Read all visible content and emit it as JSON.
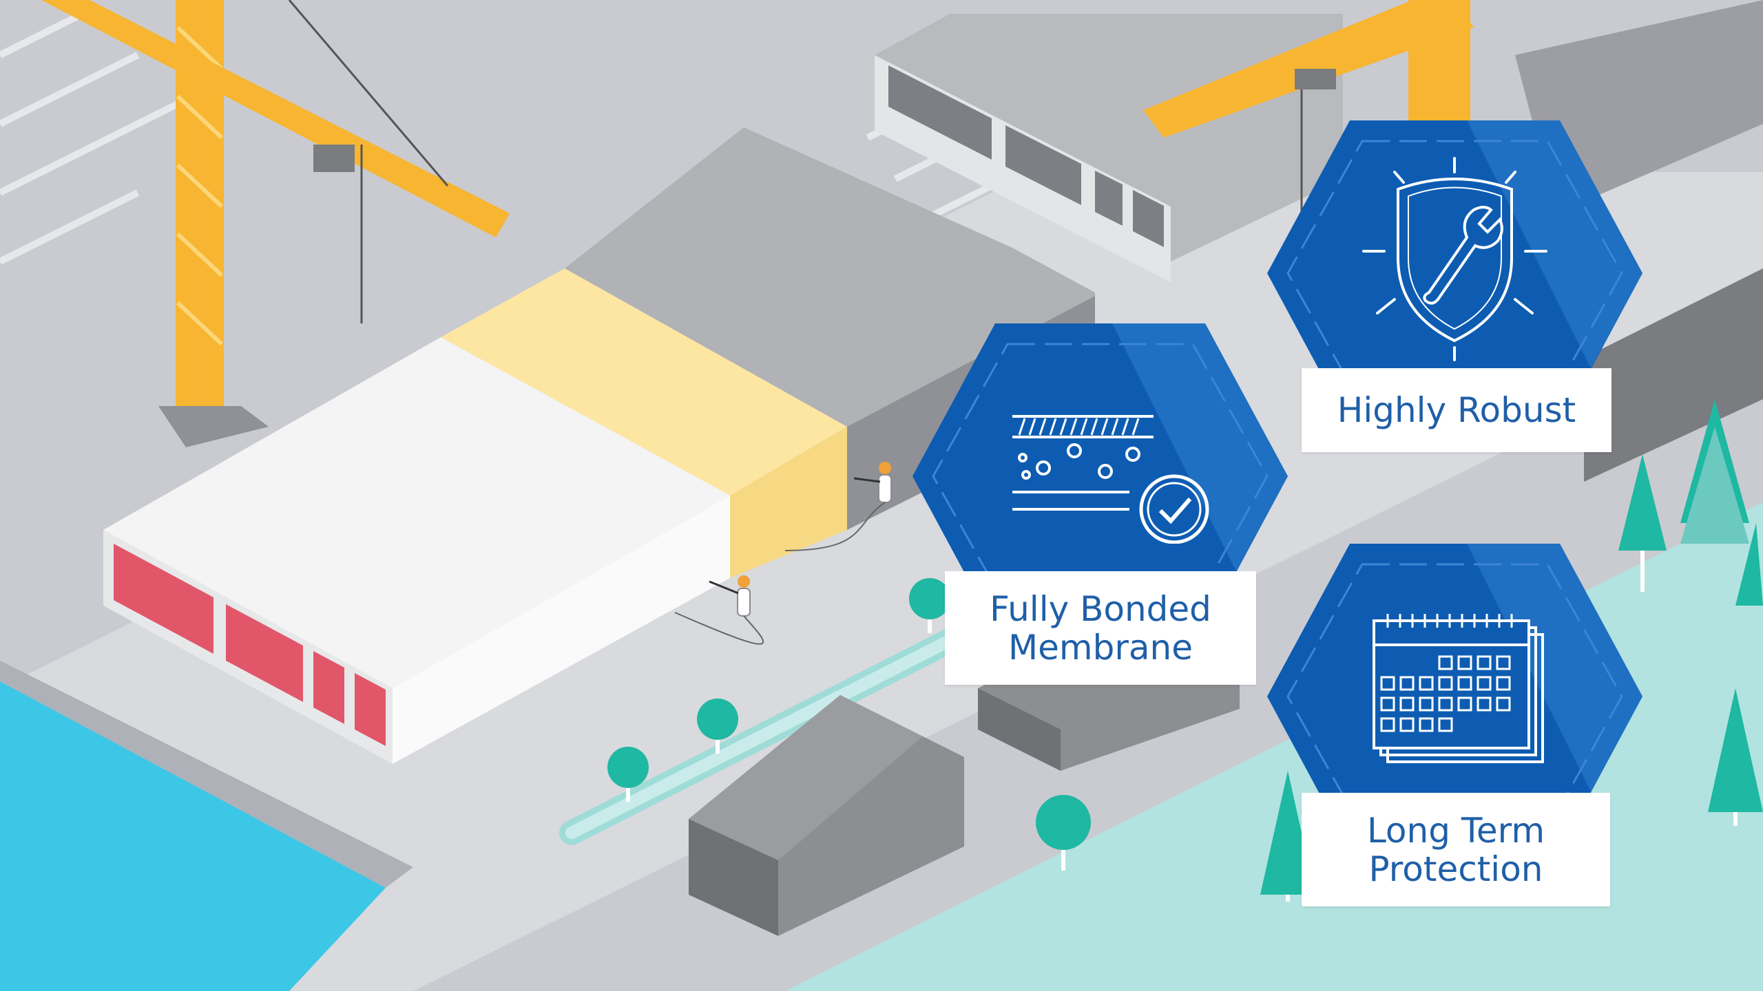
{
  "badges": [
    {
      "id": "fully-bonded",
      "icon": "membrane-layers-icon",
      "lines": [
        "Fully Bonded",
        "Membrane"
      ]
    },
    {
      "id": "highly-robust",
      "icon": "shield-wrench-icon",
      "lines": [
        "Highly Robust"
      ]
    },
    {
      "id": "long-term",
      "icon": "calendar-icon",
      "lines": [
        "Long Term",
        "Protection"
      ]
    }
  ],
  "colors": {
    "ground": "#c9cbd1",
    "water": "#3cc7e6",
    "grass": "#b2e3e0",
    "crane": "#f7b531",
    "badge_blue": "#0d5cb2",
    "label_text": "#1f5fa8",
    "tunnel_red": "#e2566a",
    "tunnel_yellow": "#fde6a2",
    "tree": "#1fb8a2"
  }
}
